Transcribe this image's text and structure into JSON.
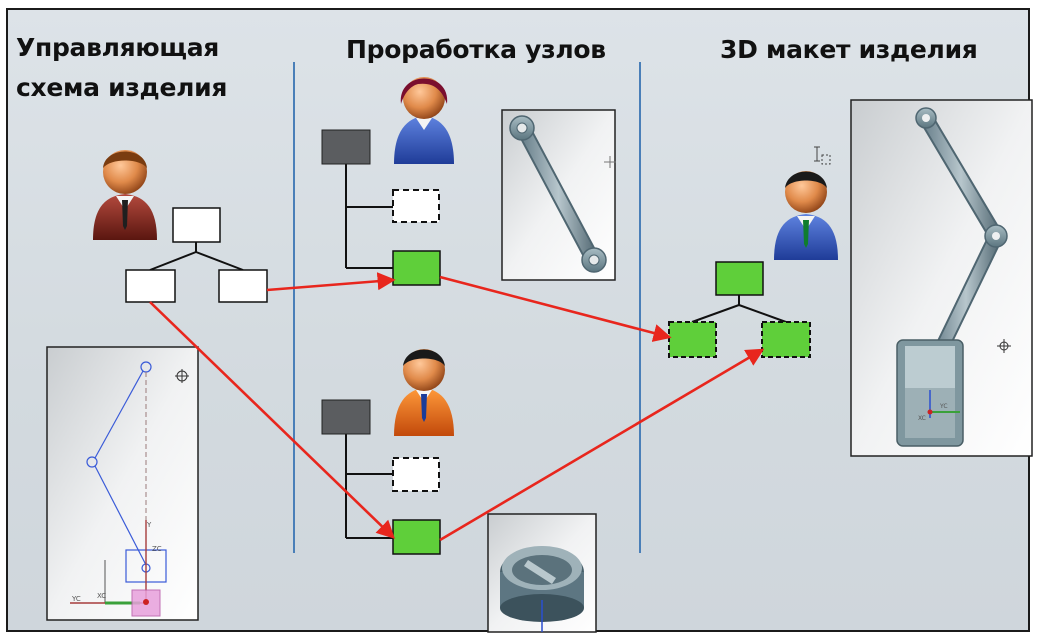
{
  "headings": {
    "control_scheme_line1": "Управляющая",
    "control_scheme_line2": "схема изделия",
    "node_development": "Проработка узлов",
    "product_3d_layout": "3D макет изделия"
  },
  "colors": {
    "arrow": "#e8261d",
    "divider": "#4a7fb8",
    "node_green": "#5fcf3a",
    "node_gray": "#5b5d60",
    "node_white": "#ffffff"
  },
  "icons": [
    "user-brown-suit-icon",
    "user-blue-suit-woman-icon",
    "user-orange-suit-icon",
    "user-blue-suit-icon",
    "cursor-icon",
    "crosshair-icon"
  ],
  "thumbnails": {
    "sketch_axis_labels": [
      "YC",
      "ZC",
      "Y",
      "XC"
    ],
    "assembly_axis_labels": [
      "XC",
      "YC"
    ]
  }
}
